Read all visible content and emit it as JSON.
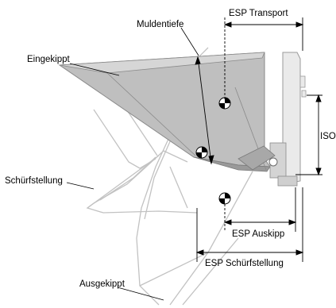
{
  "labels": {
    "muldentiefe": "Muldentiefe",
    "esp_transport": "ESP Transport",
    "eingekippt": "Eingekippt",
    "iso": "ISO",
    "schuerfstellung": "Schürfstellung",
    "esp_auskipp": "ESP Auskipp",
    "esp_schuerfstellung": "ESP Schürfstellung",
    "ausgekippt": "Ausgekippt"
  },
  "colors": {
    "bucket_fill": "#bfbfbf",
    "bucket_dark": "#9a9a9a",
    "outline_light": "#c2c2c2",
    "line": "#000000"
  }
}
